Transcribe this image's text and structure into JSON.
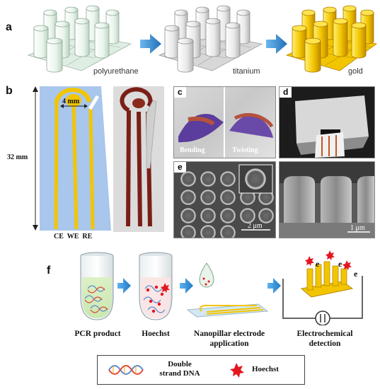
{
  "panel_a": {
    "label": "a",
    "materials": [
      "polyurethane",
      "titanium",
      "gold"
    ]
  },
  "panel_b": {
    "label": "b",
    "width_label": "4 mm",
    "height_label": "32 mm",
    "electrodes_label": "CE  WE  RE"
  },
  "panel_c": {
    "label": "c",
    "left_caption": "Bending",
    "right_caption": "Twisting"
  },
  "panel_d": {
    "label": "d"
  },
  "panel_e": {
    "label": "e",
    "left_scale": "2 μm",
    "right_scale": "1 μm"
  },
  "panel_f": {
    "label": "f",
    "steps": [
      {
        "line1": "PCR product",
        "line2": ""
      },
      {
        "line1": "Hoechst",
        "line2": ""
      },
      {
        "line1": "Nanopillar electrode",
        "line2": "application"
      },
      {
        "line1": "Electrochemical",
        "line2": "detection"
      }
    ],
    "electron_symbol": "e",
    "legend": {
      "dna_line1": "Double",
      "dna_line2": "strand DNA",
      "hoechst": "Hoechst"
    }
  },
  "colors": {
    "gold": "#f2c500",
    "gold_dark": "#c99a00",
    "polyurethane": "#e4f2e8",
    "titanium": "#e8e8e8",
    "arrow_blue": "#2f8fd6",
    "substrate_blue": "#a9c6ec",
    "hoechst_red": "#e4161f"
  }
}
